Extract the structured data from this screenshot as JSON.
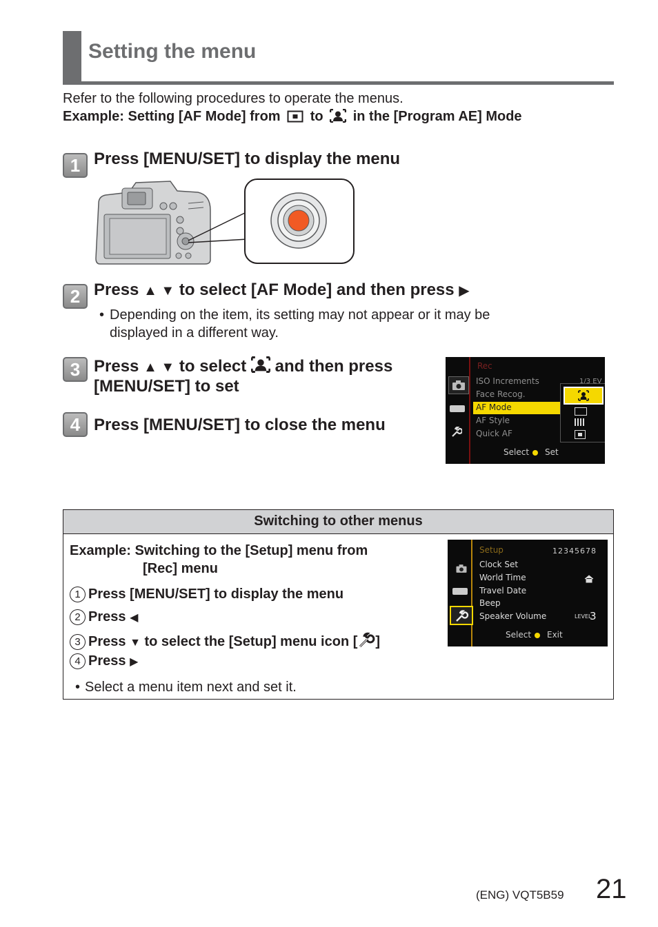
{
  "title": "Setting the menu",
  "intro": "Refer to the following procedures to operate the menus.",
  "example": {
    "prefix": "Example: Setting [AF Mode] from",
    "mid": "to",
    "suffix": "in the [Program AE] Mode"
  },
  "steps": [
    {
      "number": "1",
      "text": "Press [MENU/SET] to display the menu"
    },
    {
      "number": "2",
      "text_a": "Press",
      "arrows": "▲ ▼",
      "text_b": "to select [AF Mode] and then press",
      "arrow_end": "▶",
      "note_line1": "Depending on the item, its setting may not appear or it may be",
      "note_line2": "displayed in a different way."
    },
    {
      "number": "3",
      "text_a": "Press",
      "arrows": "▲ ▼",
      "text_b": "to select",
      "text_c": "and then press",
      "text_line2": "[MENU/SET] to set"
    },
    {
      "number": "4",
      "text": "Press [MENU/SET] to close the menu"
    }
  ],
  "rec_screen": {
    "header": "Rec",
    "items": [
      "ISO Increments",
      "Face Recog.",
      "AF Mode",
      "AF Style",
      "Quick AF"
    ],
    "selected_index": 2,
    "right_value": "1/3 EV",
    "footer_select": "Select",
    "footer_set": "Set"
  },
  "switch_box": {
    "heading": "Switching to other menus",
    "example_line1": "Example: Switching to the [Setup] menu from",
    "example_line2": "[Rec] menu",
    "items": [
      {
        "num": "1",
        "text": "Press [MENU/SET] to display the menu"
      },
      {
        "num": "2",
        "text": "Press",
        "arrow": "◀"
      },
      {
        "num": "3",
        "text": "Press",
        "arrow": "▼",
        "text_b": "to select the [Setup] menu icon [",
        "text_c": "]"
      },
      {
        "num": "4",
        "text": "Press",
        "arrow": "▶"
      }
    ],
    "note": "Select a menu item next and set it."
  },
  "setup_screen": {
    "header": "Setup",
    "pages": "12345678",
    "items": [
      "Clock Set",
      "World Time",
      "Travel Date",
      "Beep",
      "Speaker Volume"
    ],
    "level_label": "LEVEL",
    "level_value": "3",
    "footer_select": "Select",
    "footer_exit": "Exit"
  },
  "footer": {
    "code": "(ENG) VQT5B59",
    "page": "21"
  }
}
